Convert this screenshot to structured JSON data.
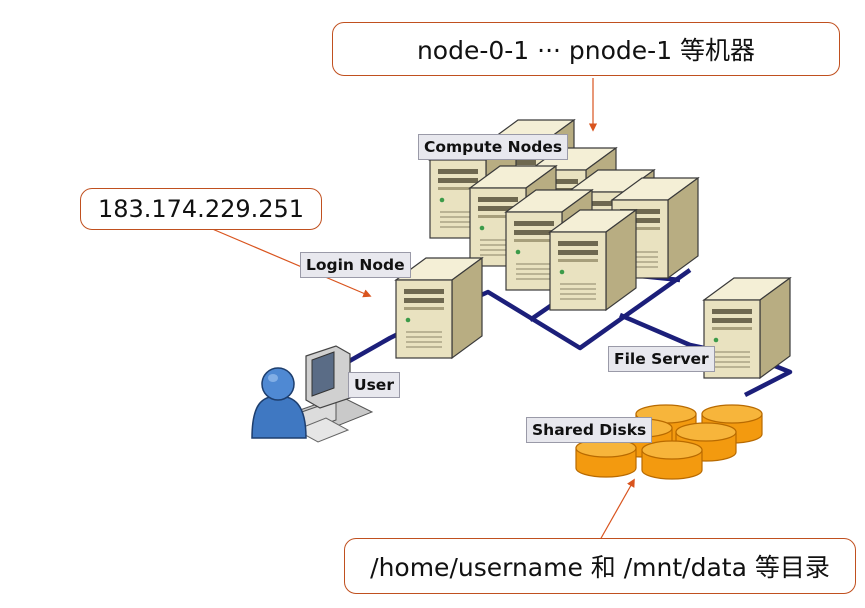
{
  "callouts": {
    "machines": "node-0-1 ··· pnode-1 等机器",
    "ip": "183.174.229.251",
    "dirs": "/home/username 和 /mnt/data 等目录"
  },
  "labels": {
    "compute": "Compute Nodes",
    "login": "Login Node",
    "user": "User",
    "fileserver": "File Server",
    "disks": "Shared Disks"
  },
  "colors": {
    "callout_border": "#c0501f",
    "arrow": "#d9541e",
    "network": "#1c1f7a",
    "server_face": "#e9e2c0",
    "server_side": "#b8ad82",
    "server_top": "#f4efd6",
    "disk": "#f39a0f",
    "disk_top": "#f7b53b",
    "user": "#3f78c2"
  },
  "icons": [
    "server-icon",
    "disk-icon",
    "user-icon",
    "workstation-icon"
  ]
}
